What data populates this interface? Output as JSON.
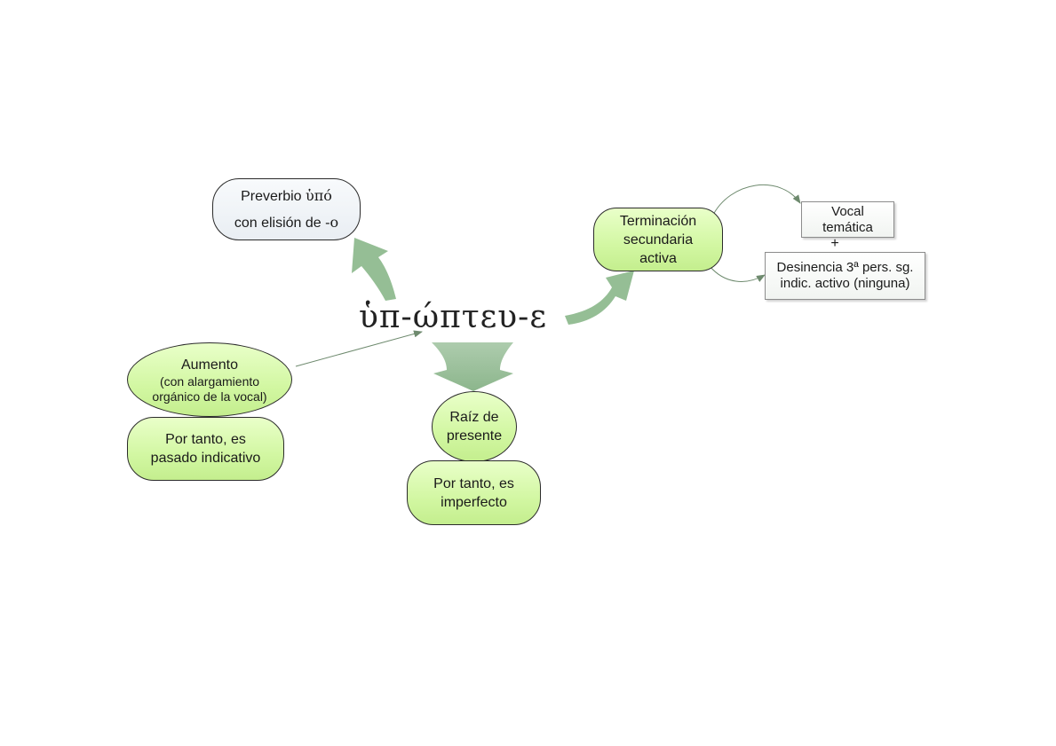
{
  "diagram": {
    "main_word": "ὑπ-ώπτευ-ε",
    "nodes": {
      "preverbio": {
        "line1_prefix": "Preverbio ",
        "line1_greek": "ὑπό",
        "line2_prefix": "con elisión de ",
        "line2_greek": "-ο"
      },
      "aumento": {
        "title": "Aumento",
        "line2": "(con alargamiento",
        "line3": "orgánico de la vocal)"
      },
      "pasado": {
        "line1": "Por tanto, es",
        "line2": "pasado indicativo"
      },
      "raiz": {
        "line1": "Raíz de",
        "line2": "presente"
      },
      "imperfecto": {
        "line1": "Por tanto, es",
        "line2": "imperfecto"
      },
      "terminacion": {
        "line1": "Terminación",
        "line2": "secundaria",
        "line3": "activa"
      },
      "vocal": {
        "line1": "Vocal",
        "line2": "temática"
      },
      "plus": "+",
      "desinencia": {
        "line1": "Desinencia 3ª pers. sg.",
        "line2": "indic. activo (ninguna)"
      }
    },
    "colors": {
      "node_fill": "#d2f7a2",
      "pale_fill": "#e9eef3",
      "block_arrow": "#8fbb8f",
      "connector": "#6e8a6e"
    }
  }
}
